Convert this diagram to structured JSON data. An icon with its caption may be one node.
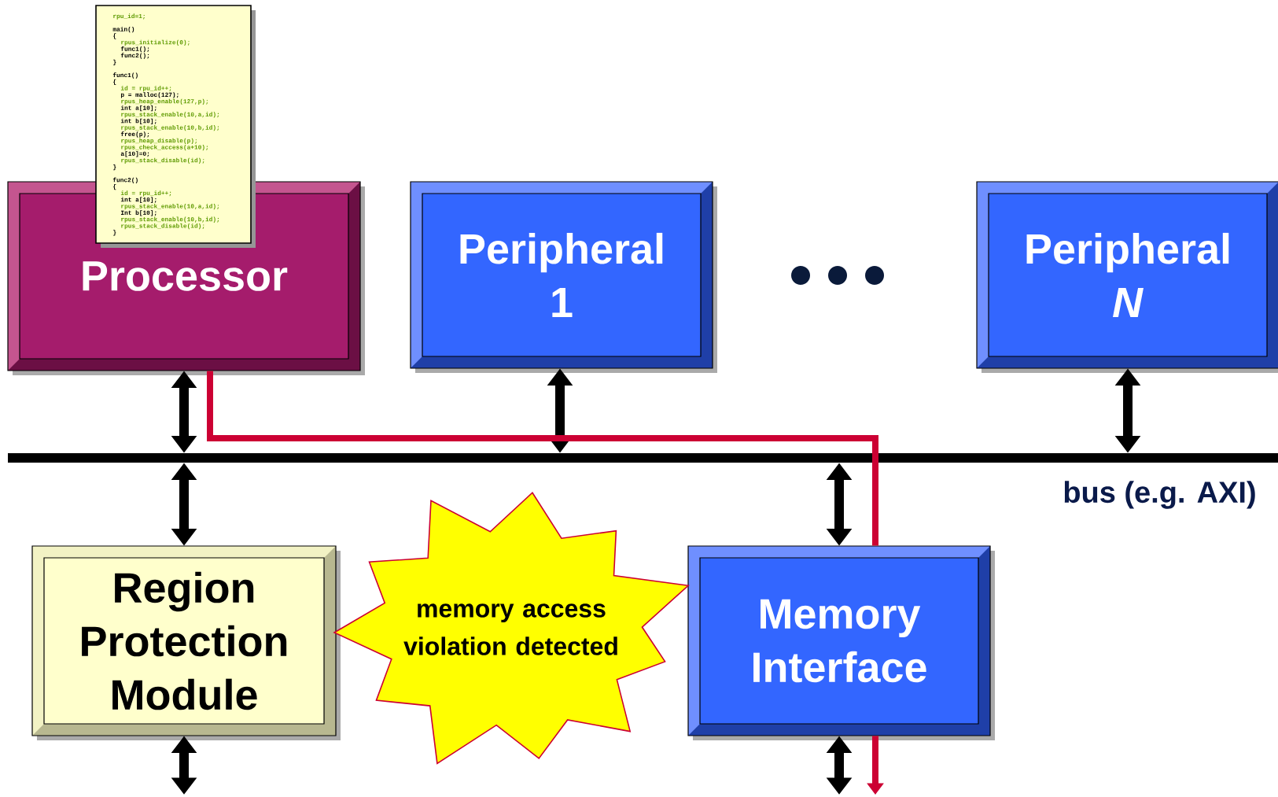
{
  "diagram": {
    "nodes": [
      {
        "text": [
          "Processor"
        ]
      },
      {
        "text": [
          "rpu_id=1;",
          "main()",
          "{",
          "rpus_initialize(0);",
          "func1();",
          "func2();",
          "}",
          "func1()",
          "{",
          "id = rpu_id++;",
          "p = malloc(127);",
          "rpus_heap_enable(127,p);",
          "int a[10];",
          "rpus_stack_enable(10,a,id);",
          "int b[10];",
          "rpus_stack_enable(10,b,id);",
          "free(p);",
          "rpus_heap_disable(p);",
          "rpus_check_access(a+10);",
          "a[10]=0;",
          "rpus_stack_disable(id);",
          "}",
          "func2()",
          "{",
          "id = rpu_id++;",
          "int a[10];",
          "rpus_stack_enable(10,a,id);",
          "Int b[10];",
          "rpus_stack_enable(10,b,id);",
          "rpus_stack_disable(id);",
          "}"
        ]
      },
      {
        "text": [
          "Peripheral 1"
        ]
      },
      {
        "text": [
          "Peripheral *N*"
        ]
      },
      {
        "text": [],
        "shape": "bar",
        "beside": [
          "bus (e.g. AXI)"
        ]
      },
      {
        "text": [
          "Region Protection Module"
        ]
      },
      {
        "text": [
          "Memory Interface"
        ]
      },
      {
        "text": [
          "memory access violation detected"
        ]
      }
    ],
    "edges": [
      {
        "from": 0,
        "to": 4,
        "arrow": "both"
      },
      {
        "from": 2,
        "to": 4,
        "arrow": "both"
      },
      {
        "from": 3,
        "to": 4,
        "arrow": "both"
      },
      {
        "from": 4,
        "to": 5,
        "arrow": "both"
      },
      {
        "from": 4,
        "to": 6,
        "arrow": "both"
      },
      {
        "from": 5,
        "to": null,
        "arrow": "both"
      },
      {
        "from": 6,
        "to": null,
        "arrow": "both"
      },
      {
        "from": 0,
        "to": 6,
        "arrow": "none",
        "color": "#cc0033"
      },
      {
        "from": 6,
        "to": null,
        "arrow": "to",
        "color": "#cc0033"
      }
    ]
  }
}
